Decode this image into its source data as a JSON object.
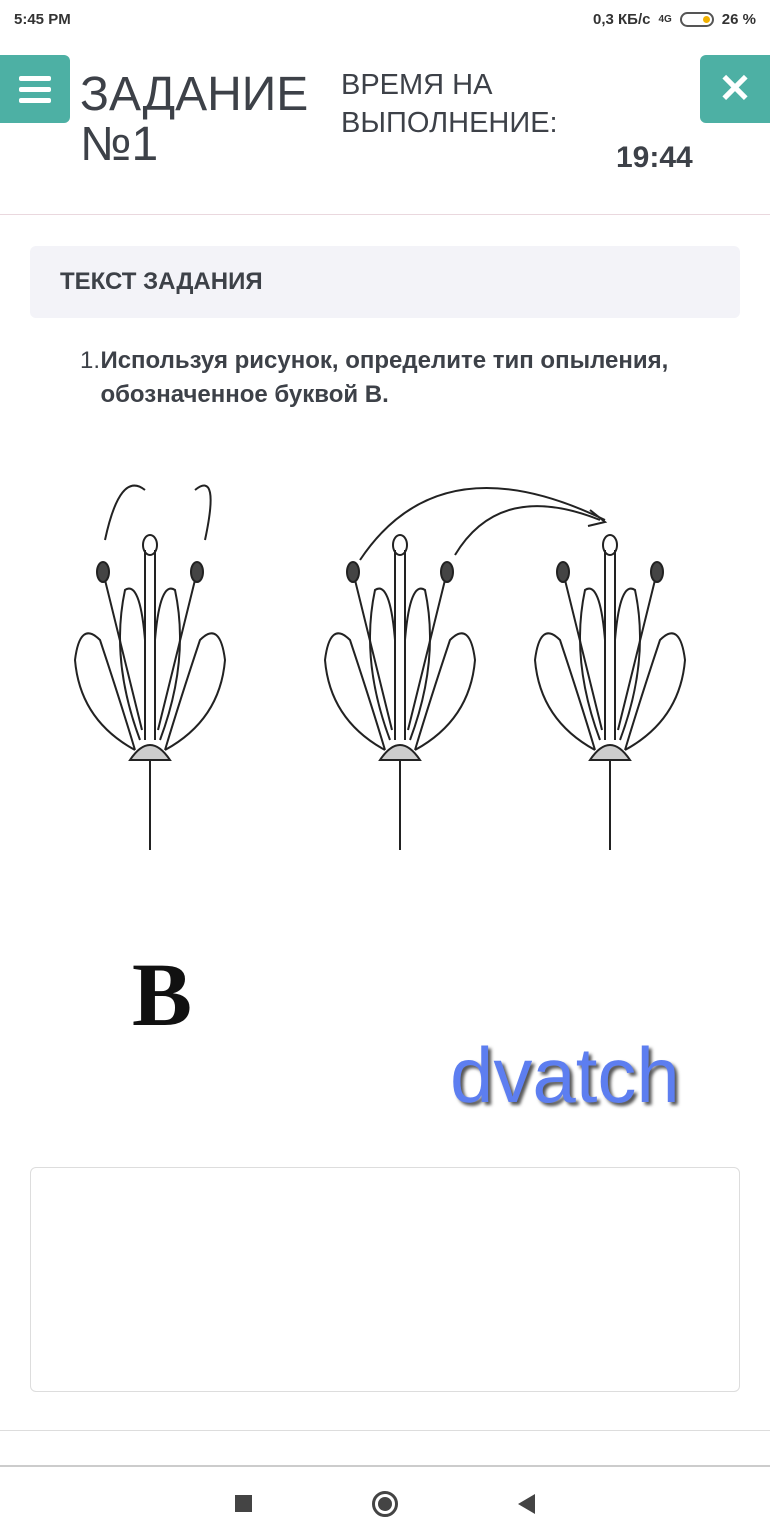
{
  "status_bar": {
    "time": "5:45 PM",
    "speed": "0,3 КБ/с",
    "network": "4G",
    "battery": "26 %"
  },
  "watermark": "dvatch",
  "header": {
    "title": "ЗАДАНИЕ №1",
    "time_label": "ВРЕМЯ НА ВЫПОЛНЕНИЕ:",
    "time_value": "19:44"
  },
  "task": {
    "section_title": "ТЕКСТ ЗАДАНИЯ",
    "number": "1.",
    "question": "Используя рисунок, определите тип опыления, обозначенное буквой В.",
    "figure_letter": "В"
  },
  "answer": {
    "value": ""
  },
  "colors": {
    "accent": "#4db0a4"
  }
}
